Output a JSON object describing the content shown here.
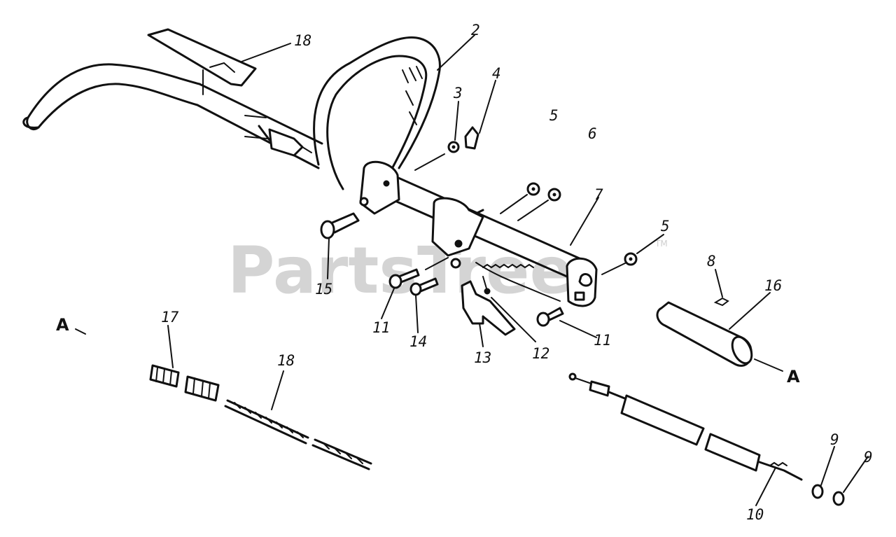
{
  "watermark": {
    "brand": "PartsTree",
    "trademark": "TM"
  },
  "section_markers": {
    "left": "A",
    "right": "A"
  },
  "callouts": {
    "c18_top": "18",
    "c2": "2",
    "c3": "3",
    "c4": "4",
    "c5_upper": "5",
    "c6": "6",
    "c7": "7",
    "c5_lower": "5",
    "c15": "15",
    "c11_left": "11",
    "c14": "14",
    "c13": "13",
    "c12": "12",
    "c11_right": "11",
    "c8": "8",
    "c16": "16",
    "c17": "17",
    "c18_bottom": "18",
    "c9_left": "9",
    "c9_right": "9",
    "c10": "10"
  }
}
